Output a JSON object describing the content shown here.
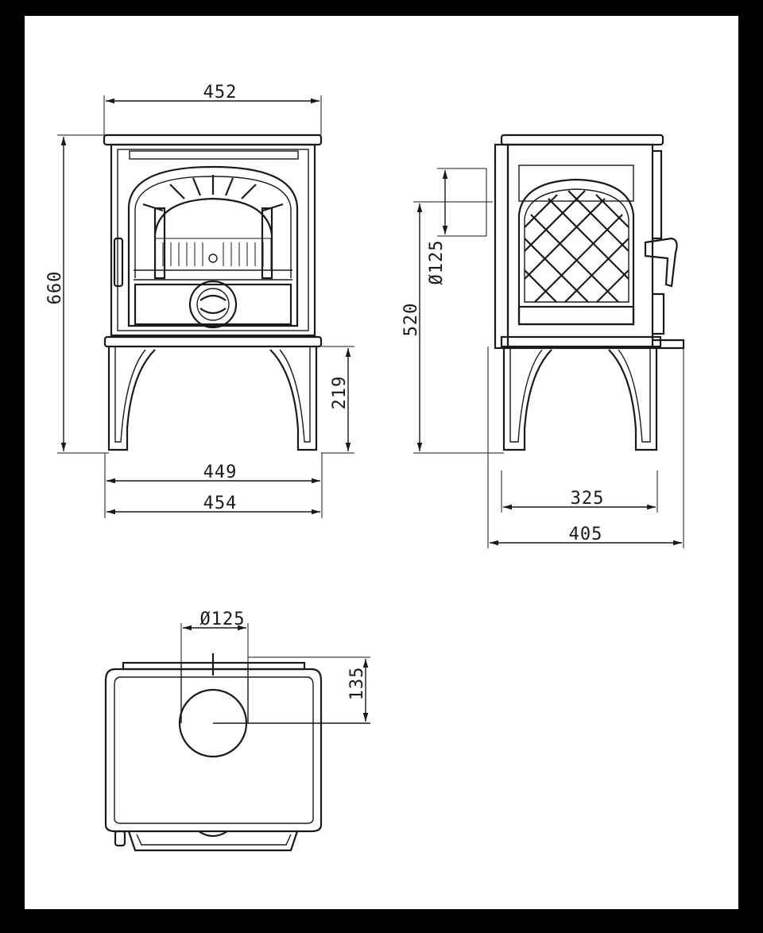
{
  "page": {
    "frame_color": "#000000",
    "paper_color": "#ffffff",
    "ink_color": "#1a1a1a"
  },
  "front_view": {
    "width_top": "452",
    "height_total": "660",
    "leg_height": "219",
    "width_legs": "449",
    "width_base": "454"
  },
  "side_view": {
    "flue_diameter": "Ø125",
    "flue_height": "520",
    "depth_legs": "325",
    "depth_total": "405"
  },
  "top_view": {
    "flue_diameter": "Ø125",
    "flue_offset": "135"
  }
}
